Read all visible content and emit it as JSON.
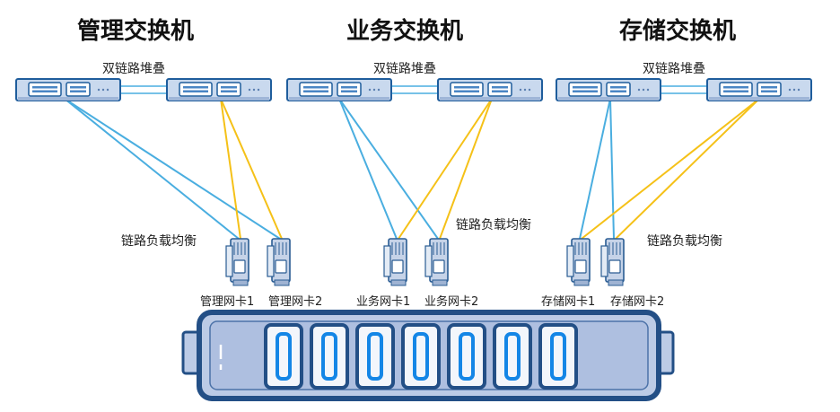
{
  "groups": [
    {
      "title": "管理交换机",
      "stack_label": "双链路堆叠",
      "lb_label": "链路负载均衡",
      "card1": "管理网卡1",
      "card2": "管理网卡2"
    },
    {
      "title": "业务交换机",
      "stack_label": "双链路堆叠",
      "lb_label": "链路负载均衡",
      "card1": "业务网卡1",
      "card2": "业务网卡2"
    },
    {
      "title": "存储交换机",
      "stack_label": "双链路堆叠",
      "lb_label": "链路负载均衡",
      "card1": "存储网卡1",
      "card2": "存储网卡2"
    }
  ],
  "colors": {
    "link_blue": "#4aaee0",
    "link_yellow": "#f5c118",
    "switch_fill": "#c9d9ee",
    "switch_stroke": "#1f5d9c",
    "server_body": "#bccbe6",
    "server_frame": "#234f86",
    "port_blue": "#1486e6"
  }
}
